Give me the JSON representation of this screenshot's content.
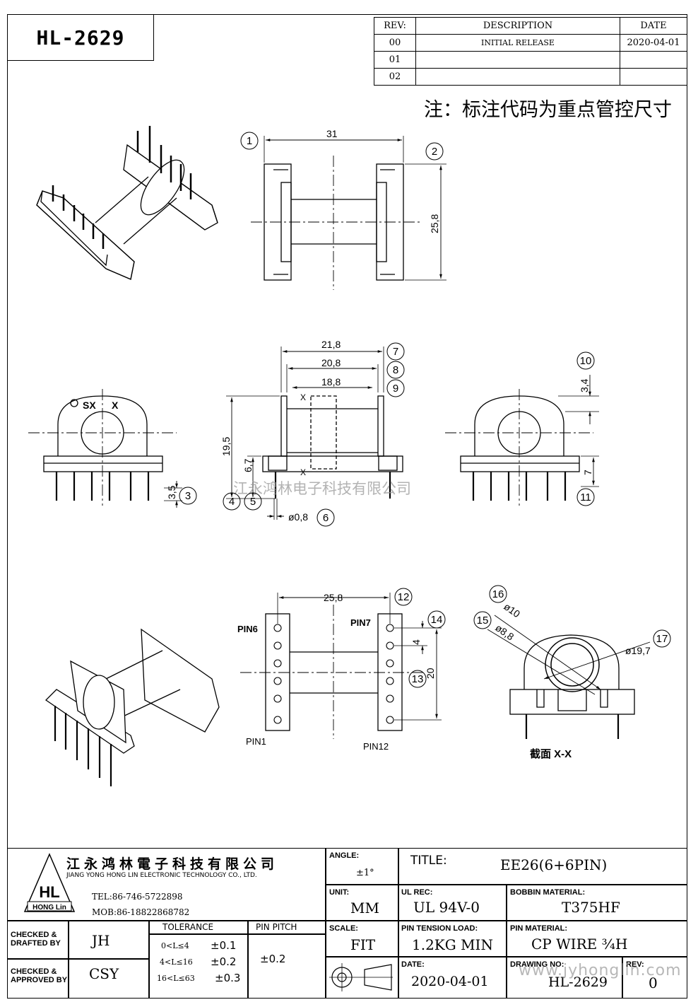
{
  "part_number": "HL-2629",
  "revision_table": {
    "headers": {
      "rev": "REV:",
      "description": "DESCRIPTION",
      "date": "DATE"
    },
    "rows": [
      {
        "rev": "00",
        "description": "INITIAL RELEASE",
        "date": "2020-04-01"
      },
      {
        "rev": "01",
        "description": "",
        "date": ""
      },
      {
        "rev": "02",
        "description": "",
        "date": ""
      }
    ]
  },
  "note": "注：标注代码为重点管控尺寸",
  "dimensions": {
    "d31": "31",
    "d258_side": "25,8",
    "d218": "21,8",
    "d208": "20,8",
    "d188": "18,8",
    "d195": "19,5",
    "d67": "6,7",
    "d35": "3,5",
    "d08": "ø0,8",
    "d34": "3,4",
    "d7": "7",
    "d258_bottom": "25,8",
    "d4": "4",
    "d20": "20",
    "d10": "ø10",
    "d88": "ø8,8",
    "d197": "ø19,7"
  },
  "balloons": [
    "1",
    "2",
    "3",
    "4",
    "5",
    "6",
    "7",
    "8",
    "9",
    "10",
    "11",
    "12",
    "13",
    "14",
    "15",
    "16",
    "17"
  ],
  "labels": {
    "sx": "SX",
    "x": "X",
    "x_mark": "X",
    "pin6": "PIN6",
    "pin7": "PIN7",
    "pin1": "PIN1",
    "pin12": "PIN12",
    "section": "截面  X-X",
    "watermark": "江永鸿林电子科技有限公司"
  },
  "company": {
    "name_cn": "江永鸿林電子科技有限公司",
    "name_en": "JIANG YONG HONG LIN ELECTRONIC TECHNOLOGY CO., LTD.",
    "tel": "TEL:86-746-5722898",
    "mob": "MOB:86-18822868782",
    "logo_text": "HL",
    "logo_sub": "HONG Lin"
  },
  "title_block": {
    "angle_label": "ANGLE:",
    "angle_value": "±1°",
    "title_label": "TITLE:",
    "title_value": "EE26(6+6PIN)",
    "unit_label": "UNIT:",
    "unit_value": "MM",
    "ul_label": "UL REC:",
    "ul_value": "UL 94V-0",
    "bobbin_label": "BOBBIN MATERIAL:",
    "bobbin_value": "T375HF",
    "checked_drafted": "CHECKED &\nDRAFTED BY",
    "drafted_value": "JH",
    "checked_approved": "CHECKED &\nAPPROVED BY",
    "approved_value": "CSY",
    "tolerance_label": "TOLERANCE",
    "tolerances": [
      {
        "range": "0<L≤4",
        "value": "±0.1"
      },
      {
        "range": "4<L≤16",
        "value": "±0.2"
      },
      {
        "range": "16<L≤63",
        "value": "±0.3"
      }
    ],
    "pin_pitch_label": "PIN PITCH",
    "pin_pitch_value": "±0.2",
    "scale_label": "SCALE:",
    "scale_value": "FIT",
    "pin_tension_label": "PIN TENSION LOAD:",
    "pin_tension_value": "1.2KG MIN",
    "pin_material_label": "PIN MATERIAL:",
    "pin_material_value": "CP WIRE ¾H",
    "date_label": "DATE:",
    "date_value": "2020-04-01",
    "drawing_no_label": "DRAWING NO:",
    "drawing_no_value": "HL-2629",
    "rev_label": "REV:",
    "rev_value": "0",
    "watermark_url": "www.jyhonglin.com"
  }
}
